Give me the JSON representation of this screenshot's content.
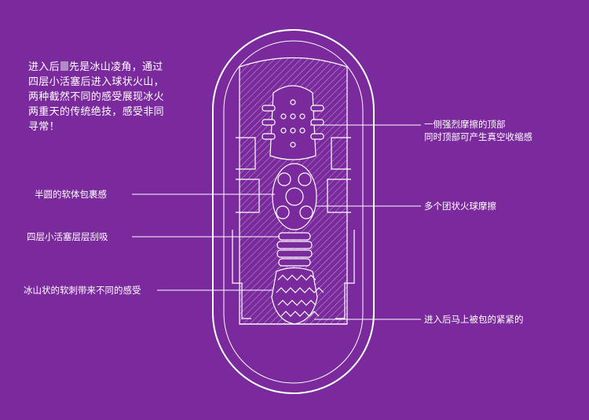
{
  "intro": {
    "before_mark": "进入后",
    "after_mark": "先是冰山凌角，通过",
    "line2": "四层小活塞后进入球状火山，",
    "line3": "两种截然不同的感受展现冰火",
    "line4": "两重天的传统绝技，感受非同",
    "line5": "寻常！"
  },
  "labels": {
    "left_1": "半圆的软体包裹感",
    "left_2": "四层小活塞层层刮吸",
    "left_3": "冰山状的软刺带来不同的感受",
    "right_1_line1": "一侧强烈摩擦的顶部",
    "right_1_line2": "同时顶部可产生真空收缩感",
    "right_2": "多个团状火球摩擦",
    "right_3": "进入后马上被包的紧紧的"
  },
  "colors": {
    "background": "#7a2a9c",
    "line": "#ffffff"
  }
}
